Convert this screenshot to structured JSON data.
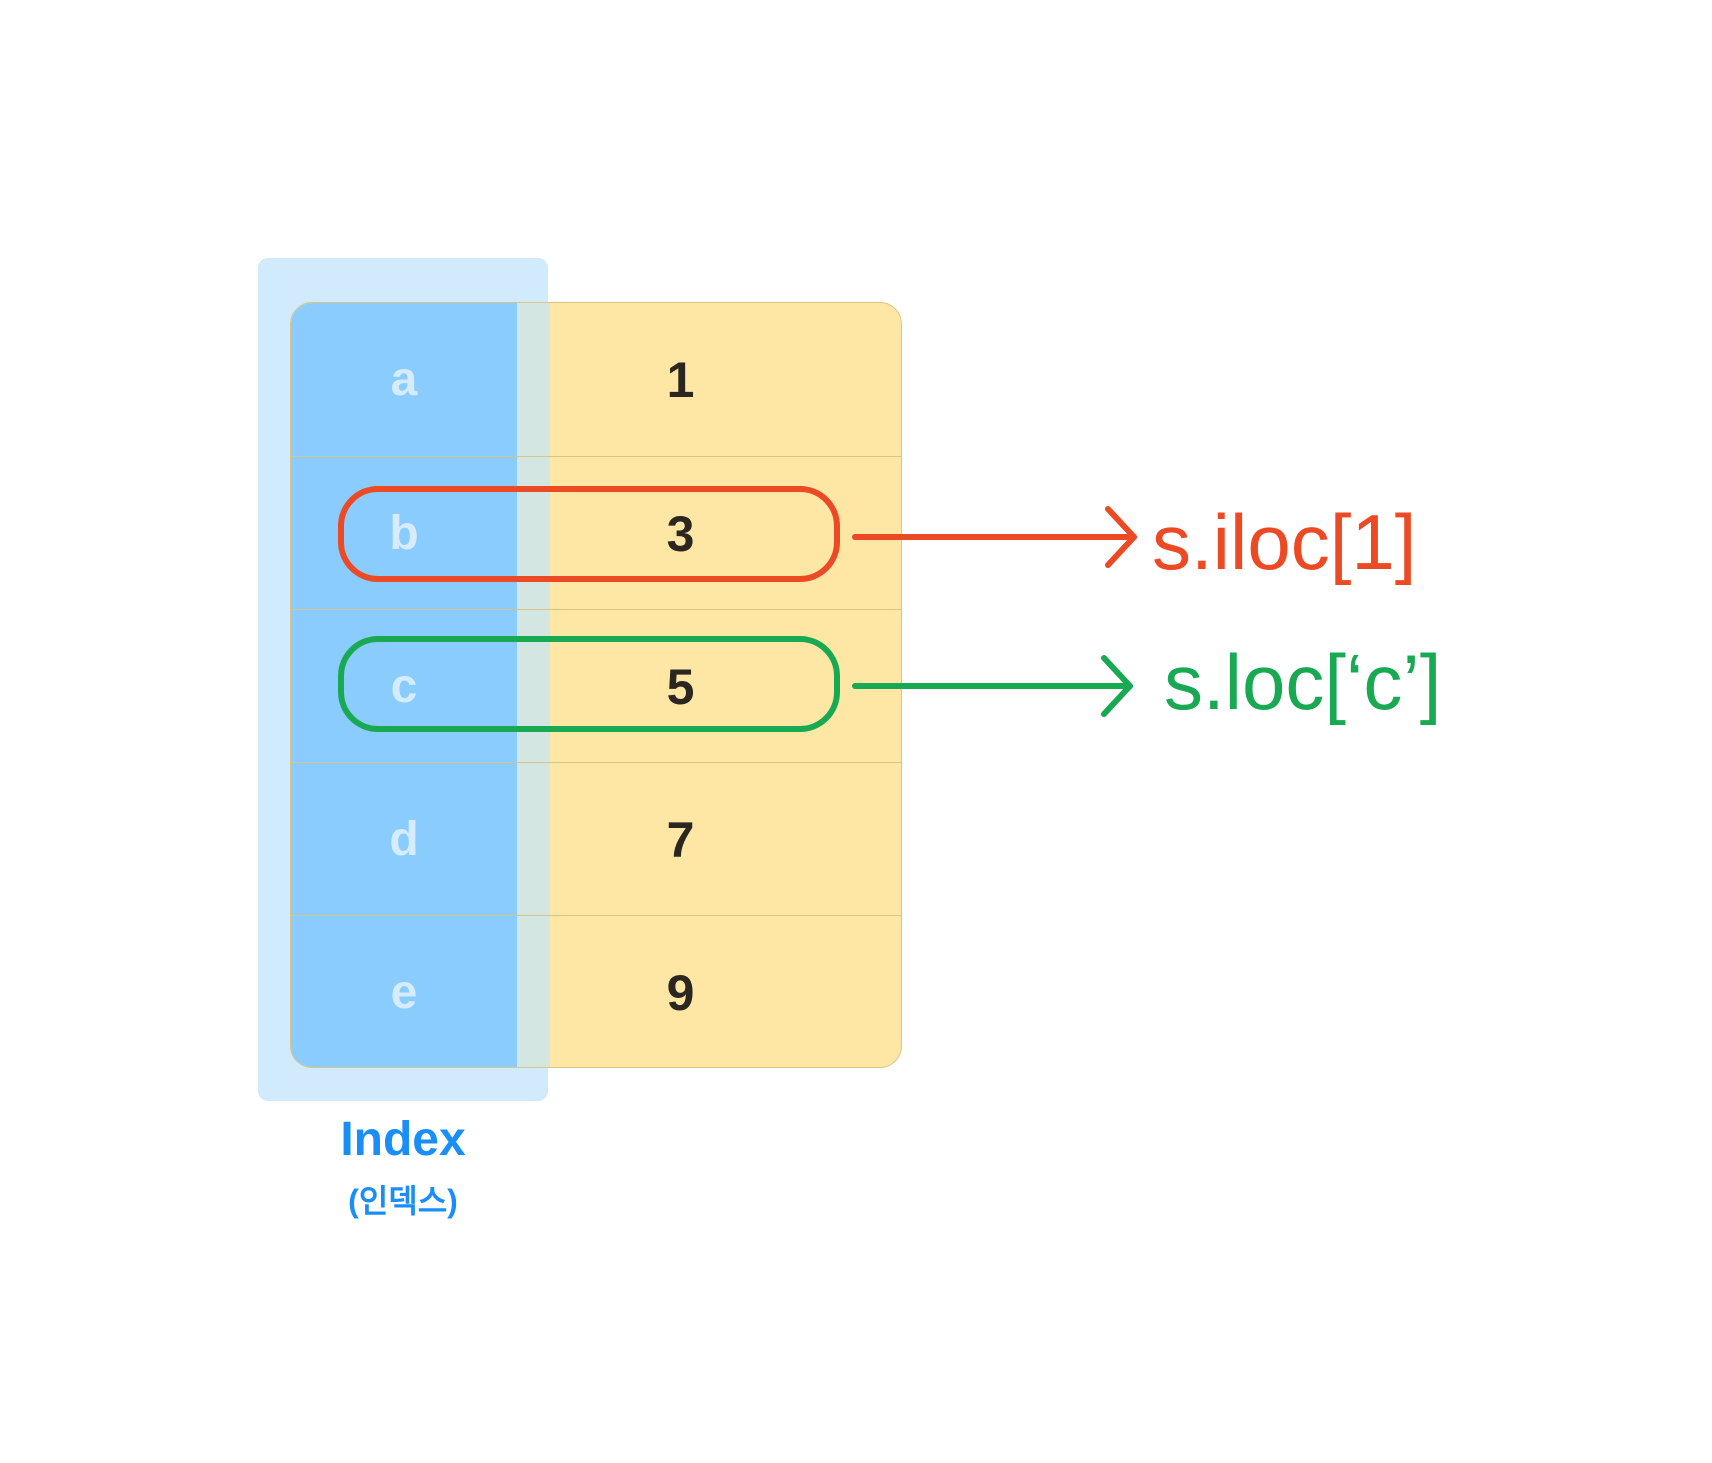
{
  "series": {
    "rows": [
      {
        "index": "a",
        "value": "1"
      },
      {
        "index": "b",
        "value": "3"
      },
      {
        "index": "c",
        "value": "5"
      },
      {
        "index": "d",
        "value": "7"
      },
      {
        "index": "e",
        "value": "9"
      }
    ]
  },
  "annotations": {
    "iloc": {
      "label": "s.iloc[1]",
      "color": "#ec4a24"
    },
    "loc": {
      "label": "s.loc[‘c’]",
      "color": "#1aa953"
    }
  },
  "index_label": {
    "title": "Index",
    "subtitle": "(인덱스)",
    "color": "#1a8ef8"
  }
}
